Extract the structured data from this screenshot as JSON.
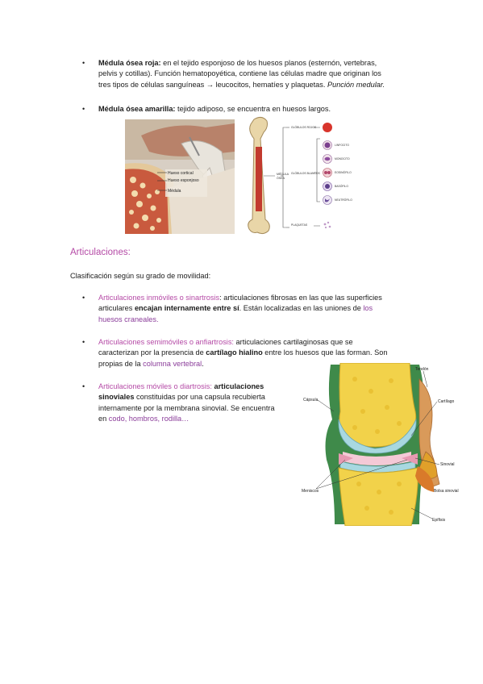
{
  "medula_roja": {
    "term": "Médula ósea roja:",
    "line1": " en el tejido esponjoso de los huesos planos (esternón, vertebras,",
    "line2": "pelvis y cotillas). Función hematopoyética, contiene las células madre que originan los",
    "line3": "tres tipos de células sanguíneas → leucocitos, hematíes y plaquetas. ",
    "line3_italic": "Punción medular."
  },
  "medula_amarilla": {
    "term": "Médula ósea amarilla:",
    "text": " tejido adiposo, se encuentra en huesos largos."
  },
  "bone_photo": {
    "labels": [
      "Hueso cortical",
      "Hueso esponjoso",
      "Médula"
    ]
  },
  "femur_diagram": {
    "medula_label": [
      "MÉDULA",
      "ÓSEA"
    ],
    "group_labels": [
      "GLÓBULOS ROJOS",
      "GLÓBULOS BLANCOS",
      "PLAQUETAS"
    ],
    "cell_labels": [
      "LINFOCITO",
      "MONOCITO",
      "EOSINÓFILO",
      "BASÓFILO",
      "NEUTRÓFILO"
    ]
  },
  "articulaciones": {
    "heading": "Articulaciones:",
    "clasificacion": "Clasificación según su grado de movilidad:",
    "sinartrosis": {
      "term": "Articulaciones inmóviles o sinartrosis",
      "t1": ": articulaciones fibrosas en las que las superficies",
      "t2a": "articulares ",
      "t2b": "encajan internamente entre sí",
      "t2c": ". Están localizadas en las uniones de ",
      "t2d": "los",
      "t3": "huesos craneales."
    },
    "anfiartrosis": {
      "term": "Articulaciones semimóviles o anfiartrosis:",
      "t1": " articulaciones cartilaginosas que se",
      "t2a": "caracterizan por la presencia de ",
      "t2b": "cartílago hialino",
      "t2c": " entre los huesos que las forman. Son",
      "t3a": "propias de la ",
      "t3b": "columna vertebral",
      "t3c": "."
    },
    "diartrosis": {
      "term": "Articulaciones móviles o diartrosis:",
      "t1": " articulaciones",
      "t2a": "sinoviales",
      "t2b": " constituidas por una capsula recubierta",
      "t3": "internamente por la membrana sinovial. Se encuentra",
      "t4a": "en ",
      "t4b": "codo, hombros, rodilla",
      "t4c": "…"
    }
  },
  "knee_diagram": {
    "labels": [
      "Tendón",
      "Cápsula",
      "Cartílago",
      "Sinovial",
      "Meniscos",
      "Bolsa sinovial",
      "Epífisis"
    ]
  },
  "colors": {
    "accent_pink": "#b54aa6",
    "accent_purple": "#8b3d9a"
  }
}
